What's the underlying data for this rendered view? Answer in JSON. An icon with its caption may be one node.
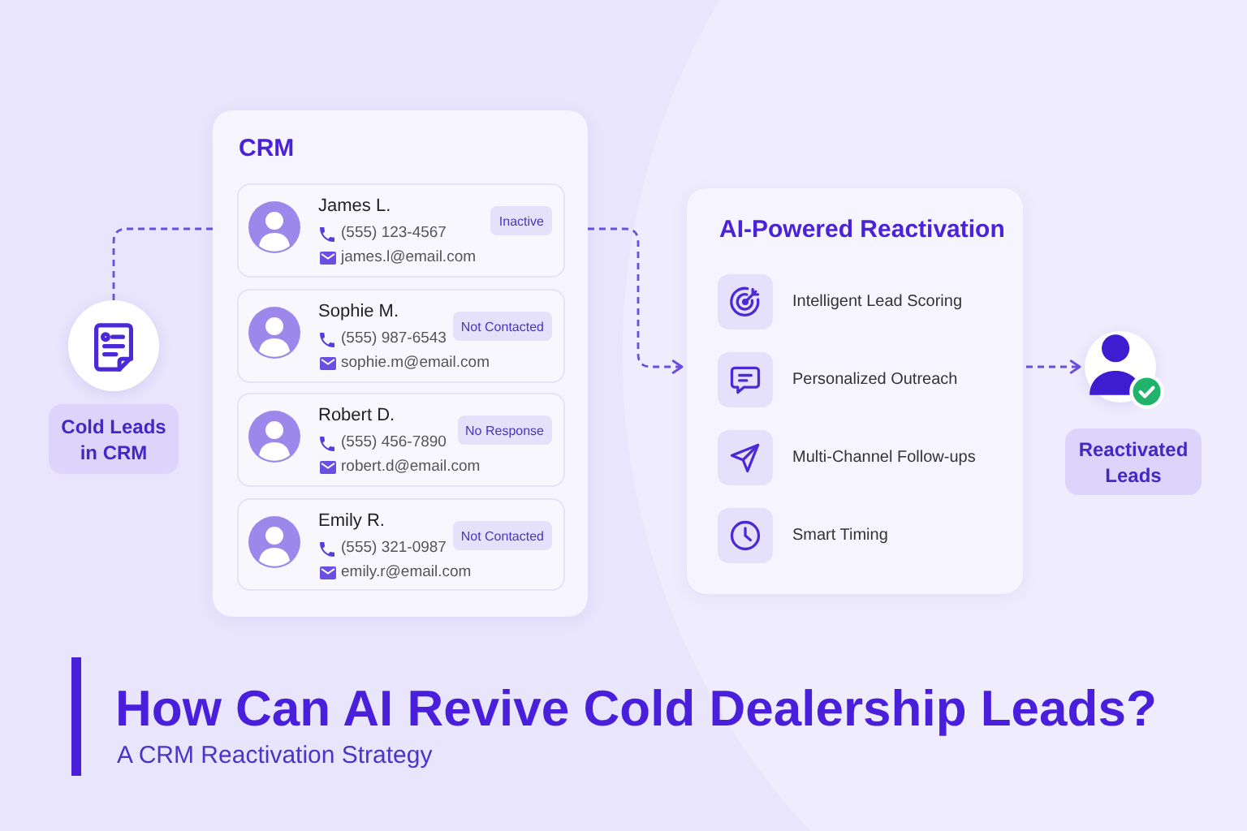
{
  "diagram": {
    "title": "How Can AI Revive Cold Dealership Leads?",
    "nodes": [
      {
        "text": [],
        "shape": "circle"
      },
      {
        "text": [
          "Cold Leads in CRM"
        ]
      },
      {
        "text": [
          "CRM"
        ]
      },
      {
        "text": [
          "James L.",
          "(555) 123-4567",
          "james.l@email.com"
        ],
        "in": 2
      },
      {
        "text": [
          "Inactive"
        ],
        "in": 3
      },
      {
        "text": [
          "Sophie M.",
          "(555) 987-6543",
          "sophie.m@email.com"
        ],
        "in": 2
      },
      {
        "text": [
          "Not Contacted"
        ],
        "in": 5
      },
      {
        "text": [
          "Robert D.",
          "(555) 456-7890",
          "robert.d@email.com"
        ],
        "in": 2
      },
      {
        "text": [
          "No Response"
        ],
        "in": 7
      },
      {
        "text": [
          "Emily R.",
          "(555) 321-0987",
          "emily.r@email.com"
        ],
        "in": 2
      },
      {
        "text": [
          "Not Contacted"
        ],
        "in": 9
      },
      {
        "text": [
          "AI-Powered Reactivation",
          "Intelligent Lead Scoring",
          "Personalized Outreach",
          "Multi-Channel Follow-ups",
          "Smart Timing"
        ]
      },
      {
        "text": [],
        "shape": "circle"
      },
      {
        "text": [
          "Reactivated Leads"
        ]
      }
    ],
    "edges": [
      {
        "from": 0,
        "to": 2,
        "arrow": "none",
        "style": "dashed"
      },
      {
        "from": 2,
        "to": 11,
        "arrow": "to",
        "style": "dashed"
      },
      {
        "from": 11,
        "to": 12,
        "arrow": "to",
        "style": "dashed"
      }
    ],
    "labels": [
      "A CRM Reactivation Strategy"
    ]
  }
}
